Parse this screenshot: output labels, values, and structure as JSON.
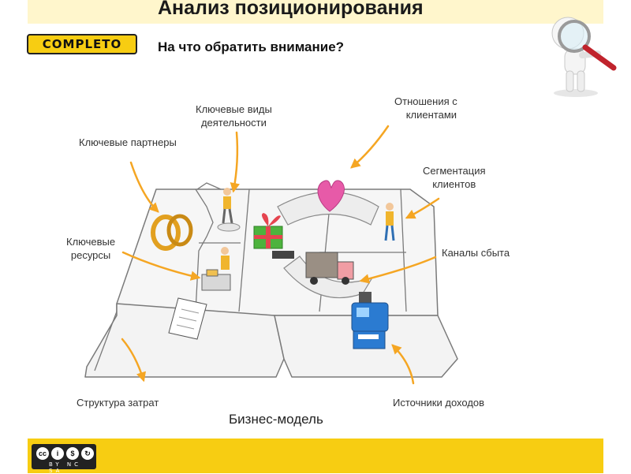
{
  "slide": {
    "title": "Анализ позиционирования",
    "subtitle": "На что обратить внимание?",
    "logo_text": "COMPLETO",
    "caption": "Бизнес-модель"
  },
  "labels": {
    "key_activities": [
      "Ключевые виды",
      "деятельности"
    ],
    "customer_relationships": [
      "Отношения с",
      "клиентами"
    ],
    "key_partners": "Ключевые партнеры",
    "customer_segments": [
      "Сегментация",
      "клиентов"
    ],
    "key_resources": [
      "Ключевые",
      "ресурсы"
    ],
    "channels": "Каналы сбыта",
    "cost_structure": "Структура затрат",
    "revenue_streams": "Источники доходов"
  },
  "license": {
    "icons": [
      "cc-icon",
      "by-icon",
      "nc-icon",
      "sa-icon"
    ],
    "glyphs": [
      "cc",
      "i",
      "$",
      "↻"
    ],
    "sub": "BY NC SA"
  },
  "colors": {
    "brand_yellow": "#f7cd12",
    "arrow_orange": "#f5a623",
    "heart_pink": "#e75aa8"
  }
}
